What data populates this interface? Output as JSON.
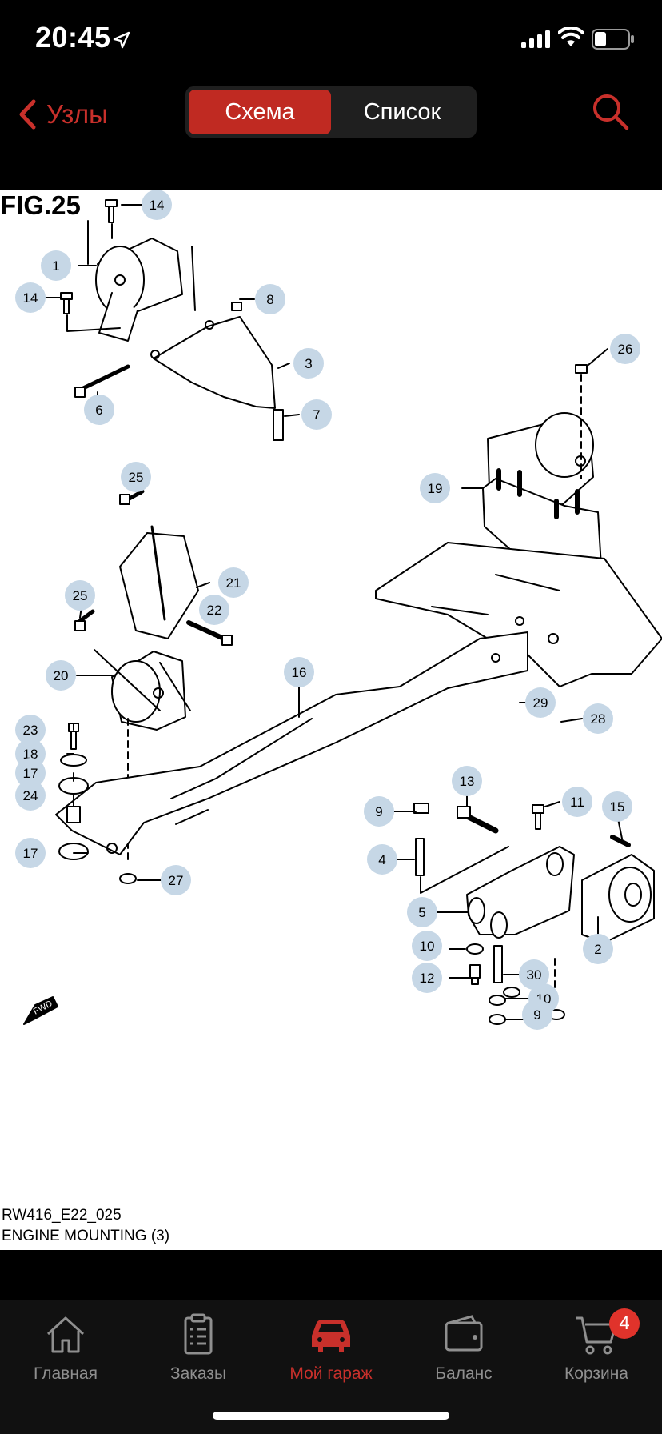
{
  "status_bar": {
    "time": "20:45"
  },
  "nav": {
    "back_label": "Узлы",
    "segments": [
      {
        "label": "Схема",
        "active": true
      },
      {
        "label": "Список",
        "active": false
      }
    ]
  },
  "diagram": {
    "title": "FIG.25",
    "code": "RW416_E22_025",
    "caption": "ENGINE MOUNTING (3)",
    "callouts": [
      "14",
      "1",
      "14",
      "8",
      "3",
      "6",
      "7",
      "26",
      "19",
      "25",
      "21",
      "25",
      "22",
      "20",
      "16",
      "23",
      "18",
      "17",
      "24",
      "29",
      "28",
      "13",
      "9",
      "11",
      "15",
      "4",
      "17",
      "27",
      "5",
      "2",
      "10",
      "30",
      "12",
      "10",
      "9"
    ],
    "fwd_label": "FWD"
  },
  "tabbar": {
    "tabs": [
      {
        "label": "Главная",
        "icon": "home-icon"
      },
      {
        "label": "Заказы",
        "icon": "orders-icon"
      },
      {
        "label": "Мой гараж",
        "icon": "car-icon",
        "active": true
      },
      {
        "label": "Баланс",
        "icon": "wallet-icon"
      },
      {
        "label": "Корзина",
        "icon": "cart-icon",
        "badge": "4"
      }
    ]
  },
  "colors": {
    "accent": "#c8302b",
    "callout_bg": "#c6d7e6",
    "inactive": "#8f8f8f"
  }
}
